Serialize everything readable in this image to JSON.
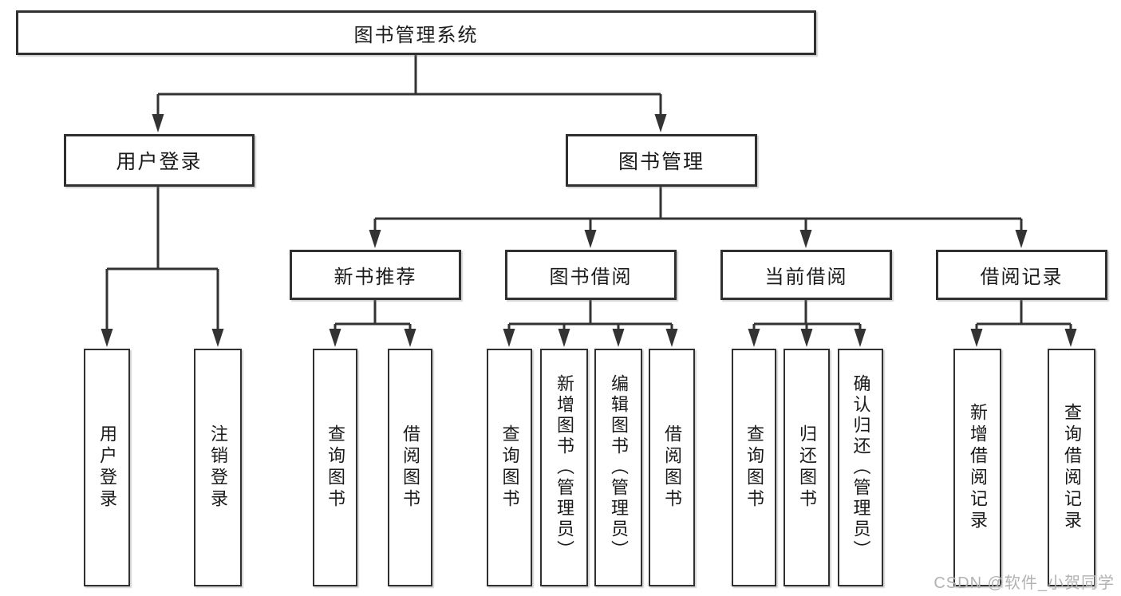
{
  "diagram": {
    "root": {
      "label": "图书管理系统"
    },
    "level2": {
      "user_login": {
        "label": "用户登录"
      },
      "book_mgmt": {
        "label": "图书管理"
      }
    },
    "level3": {
      "new_book": {
        "label": "新书推荐"
      },
      "book_borrow": {
        "label": "图书借阅"
      },
      "current_borrow": {
        "label": "当前借阅"
      },
      "borrow_record": {
        "label": "借阅记录"
      }
    },
    "leaves": {
      "user_login_leaf": {
        "label": "用户登录"
      },
      "logout_leaf": {
        "label": "注销登录"
      },
      "nb_query": {
        "label": "查询图书"
      },
      "nb_borrow": {
        "label": "借阅图书"
      },
      "bb_query": {
        "label": "查询图书"
      },
      "bb_add": {
        "label": "新增图书（管理员）"
      },
      "bb_edit": {
        "label": "编辑图书（管理员）"
      },
      "bb_borrow": {
        "label": "借阅图书"
      },
      "cb_query": {
        "label": "查询图书"
      },
      "cb_return": {
        "label": "归还图书"
      },
      "cb_confirm": {
        "label": "确认归还（管理员）"
      },
      "br_add": {
        "label": "新增借阅记录"
      },
      "br_query": {
        "label": "查询借阅记录"
      }
    }
  },
  "watermark": {
    "text": "CSDN @软件_小贺同学"
  },
  "colors": {
    "line": "#333333",
    "box_border": "#303030",
    "text": "#1a1a1a",
    "watermark": "#b2b2b2",
    "background": "#ffffff"
  }
}
